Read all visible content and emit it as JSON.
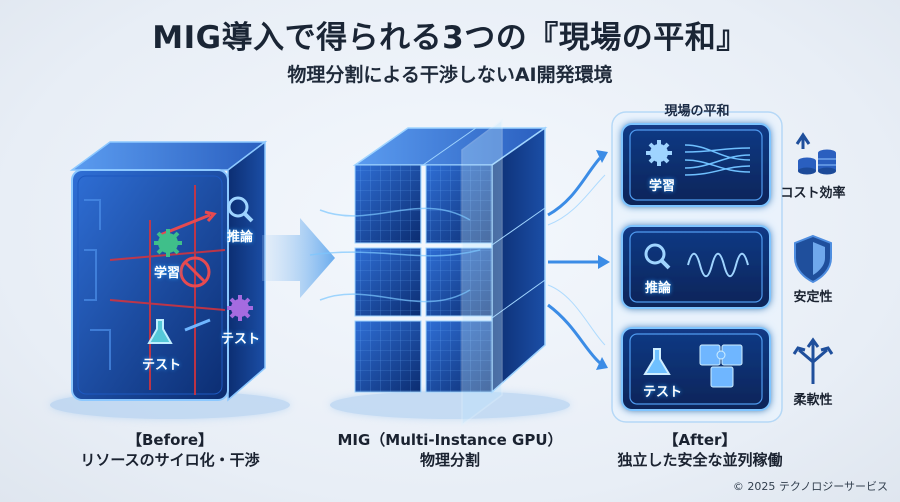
{
  "title": "MIG導入で得られる3つの『現場の平和』",
  "subtitle": "物理分割による干渉しないAI開発環境",
  "before": {
    "caption_line1": "【Before】",
    "caption_line2": "リソースのサイロ化・干渉",
    "labels": {
      "inference": "推論",
      "training": "学習",
      "test_right": "テスト",
      "test_left": "テスト"
    }
  },
  "mig": {
    "caption_line1": "MIG（Multi-Instance GPU）",
    "caption_line2": "物理分割"
  },
  "after": {
    "panel_title": "現場の平和",
    "caption_line1": "【After】",
    "caption_line2": "独立した安全な並列稼働",
    "cards": [
      {
        "label": "学習",
        "icon": "gear-icon",
        "benefit": "コスト効率",
        "benefit_icon": "cost-efficiency-icon"
      },
      {
        "label": "推論",
        "icon": "magnifier-icon",
        "benefit": "安定性",
        "benefit_icon": "shield-icon"
      },
      {
        "label": "テスト",
        "icon": "flask-icon",
        "benefit": "柔軟性",
        "benefit_icon": "branch-arrows-icon"
      }
    ]
  },
  "copyright": "© 2025 テクノロジーサービス",
  "colors": {
    "accent_blue": "#1f7be8",
    "glow": "#4db8ff",
    "danger_red": "#d9333a",
    "navy": "#0d2d6b"
  }
}
